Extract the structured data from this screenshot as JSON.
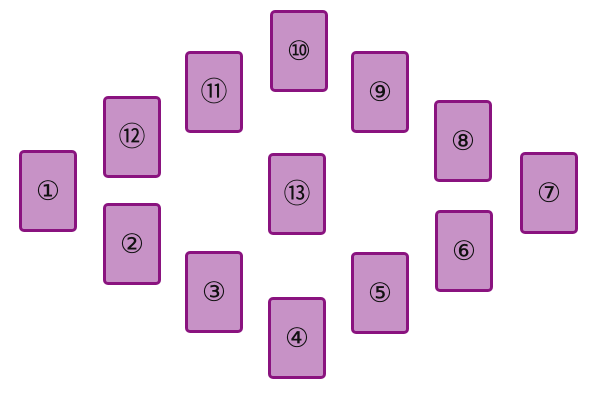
{
  "colors": {
    "card_fill": "#c792c6",
    "card_border": "#8a137f",
    "text": "#111111",
    "background": "#ffffff"
  },
  "cards": [
    {
      "label": "①"
    },
    {
      "label": "②"
    },
    {
      "label": "③"
    },
    {
      "label": "④"
    },
    {
      "label": "⑤"
    },
    {
      "label": "⑥"
    },
    {
      "label": "⑦"
    },
    {
      "label": "⑧"
    },
    {
      "label": "⑨"
    },
    {
      "label": "⑩"
    },
    {
      "label": "⑪"
    },
    {
      "label": "⑫"
    },
    {
      "label": "⑬"
    }
  ]
}
